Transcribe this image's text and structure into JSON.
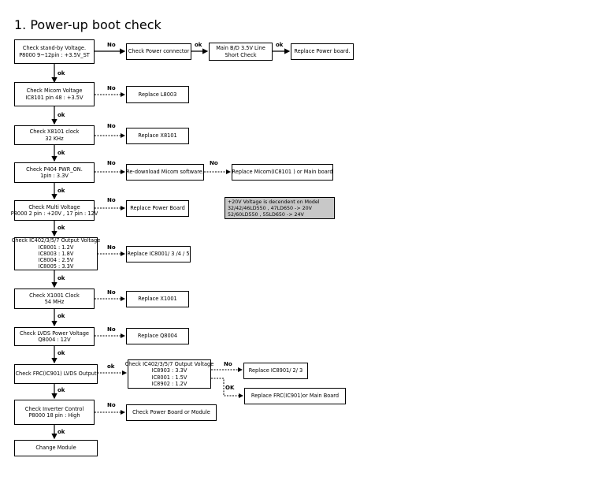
{
  "title": "1. Power-up boot check",
  "checks": [
    {
      "lines": [
        "Check stand-by Voltage.",
        "P8000  9~12pin : +3.5V_ST"
      ]
    },
    {
      "lines": [
        "Check Micom Voltage",
        "IC8101  pin 48 : +3.5V"
      ]
    },
    {
      "lines": [
        "Check X8101 clock",
        "32 KHz"
      ]
    },
    {
      "lines": [
        "Check P404 PWR_ON.",
        "1pin : 3.3V"
      ]
    },
    {
      "lines": [
        "Check Multi Voltage",
        "P8000 2 pin : +20V , 17 pin : 12V"
      ]
    },
    {
      "lines": [
        "Check IC402/3/5/7 Output Voltage",
        "IC8001 : 1.2V",
        "IC8003 :  1.8V",
        "IC8004 :  2.5V",
        "IC8005 : 3.3V"
      ]
    },
    {
      "lines": [
        "Check X1001 Clock",
        "54 MHz"
      ]
    },
    {
      "lines": [
        "Check LVDS Power Voltage",
        "Q8004 : 12V"
      ]
    },
    {
      "lines": [
        "Check FRC(IC901) LVDS Output"
      ]
    },
    {
      "lines": [
        "Check Inverter Control",
        "P8000  18 pin : High"
      ]
    },
    {
      "lines": [
        "Change Module"
      ]
    }
  ],
  "actions": {
    "power_connector": "Check Power connector",
    "main_bd_short": [
      "Main B/D 3.5V Line",
      "Short Check"
    ],
    "replace_power_board": "Replace Power board.",
    "replace_l8003": "Replace L8003",
    "replace_x8101": "Replace X8101",
    "redownload_micom": "Re-download Micom software.",
    "replace_micom_main": "Replace Micom(IC8101 ) or Main board",
    "replace_power_board_2": "Replace Power Board",
    "replace_ic8001": "Replace IC8001/ 3 /4 / 5",
    "replace_x1001": "Replace X1001",
    "replace_q8004": "Replace Q8004",
    "frc_check": [
      "Check IC402/3/5/7 Output Voltage",
      "IC8903 : 3.3V",
      "IC8001 : 1.5V",
      "IC8902 : 1.2V"
    ],
    "replace_ic8901": "Replace IC8901/ 2/ 3",
    "replace_frc_main": "Replace FRC(IC901)or Main Board",
    "check_power_or_module": "Check Power Board or Module"
  },
  "note": [
    "+20V Voltage is decendent on Model",
    "32/42/46LD550 , 47LD650 -> 20V",
    "52/60LD550 , 55LD650 -> 24V"
  ],
  "labels": {
    "no": "No",
    "ok": "ok",
    "ok_upper": "OK"
  }
}
